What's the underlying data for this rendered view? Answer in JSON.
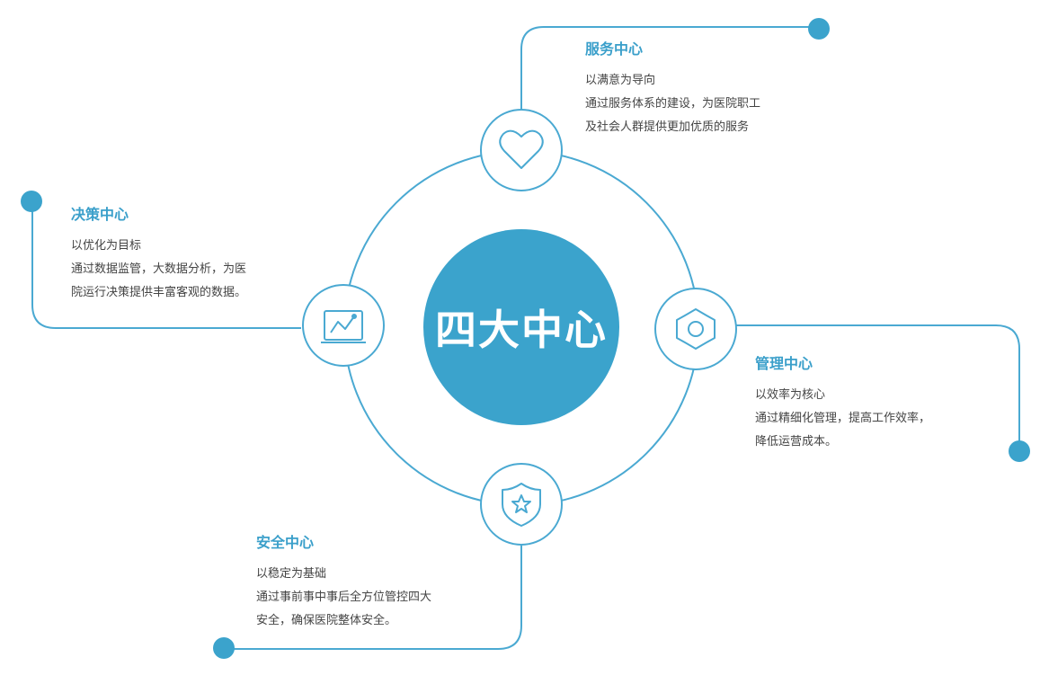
{
  "center": {
    "label": "四大中心"
  },
  "colors": {
    "accent": "#3ba3cc",
    "line": "#4aa9d2",
    "text": "#444444",
    "title": "#3a9fca"
  },
  "sections": {
    "service": {
      "title": "服务中心",
      "lines": [
        "以满意为导向",
        "通过服务体系的建设，为医院职工",
        "及社会人群提供更加优质的服务"
      ],
      "icon": "heart-icon"
    },
    "decision": {
      "title": "决策中心",
      "lines": [
        "以优化为目标",
        "通过数据监管，大数据分析，为医",
        "院运行决策提供丰富客观的数据。"
      ],
      "icon": "chart-icon"
    },
    "management": {
      "title": "管理中心",
      "lines": [
        "以效率为核心",
        "通过精细化管理，提高工作效率，",
        "降低运营成本。"
      ],
      "icon": "gear-icon"
    },
    "security": {
      "title": "安全中心",
      "lines": [
        "以稳定为基础",
        "通过事前事中事后全方位管控四大",
        "安全，确保医院整体安全。"
      ],
      "icon": "shield-star-icon"
    }
  }
}
